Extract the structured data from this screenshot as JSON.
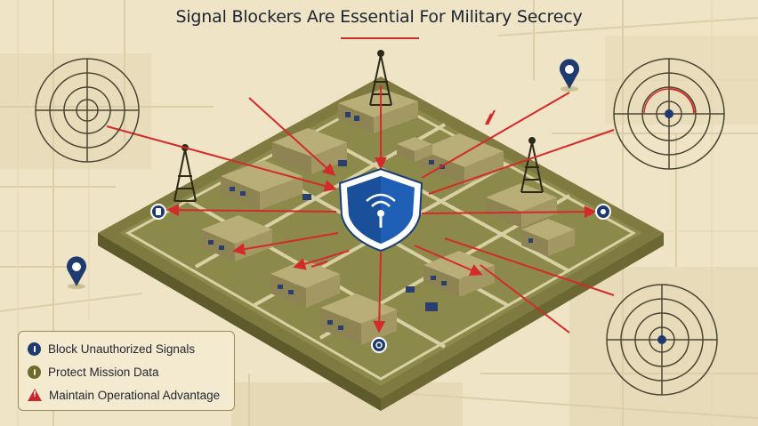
{
  "title": "Signal Blockers Are Essential For Military Secrecy",
  "colors": {
    "background": "#efe4c6",
    "base_olive": "#7d7c3d",
    "building": "#a69a66",
    "signal_line": "#d42a2a",
    "shield_blue": "#1f5fb5",
    "legend_bg": "#f4ead0"
  },
  "legend": {
    "items": [
      {
        "label": "Block Unauthorized Signals",
        "icon": "info-dot-blue-icon"
      },
      {
        "label": "Protect Mission Data",
        "icon": "info-dot-olive-icon"
      },
      {
        "label": "Maintain Operational Advantage",
        "icon": "warning-triangle-icon"
      }
    ]
  },
  "icons": {
    "center": "shield-wifi-icon",
    "towers": "radio-tower-icon",
    "targets": "concentric-radar-icon",
    "pins": "map-pin-icon"
  }
}
